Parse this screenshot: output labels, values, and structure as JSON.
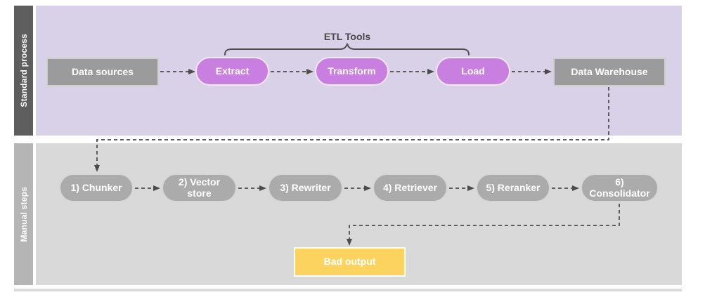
{
  "lanes": {
    "standard": {
      "label": "Standard process"
    },
    "manual": {
      "label": "Manual steps"
    }
  },
  "bracket": {
    "label": "ETL Tools"
  },
  "nodes": {
    "data_sources": {
      "label": "Data sources"
    },
    "extract": {
      "label": "Extract"
    },
    "transform": {
      "label": "Transform"
    },
    "load": {
      "label": "Load"
    },
    "data_warehouse": {
      "label": "Data Warehouse"
    },
    "chunker": {
      "label": "1) Chunker"
    },
    "vector_store": {
      "label": "2) Vector store"
    },
    "rewriter": {
      "label": "3) Rewriter"
    },
    "retriever": {
      "label": "4) Retriever"
    },
    "reranker": {
      "label": "5) Reranker"
    },
    "consolidator": {
      "label": "6) Consolidator"
    },
    "bad_output": {
      "label": "Bad output"
    }
  },
  "colors": {
    "lane_standard_bg": "#d8d1e8",
    "lane_manual_bg": "#d9d9d9",
    "sidebar_standard_bg": "#5e5e5e",
    "sidebar_manual_bg": "#b5b5b5",
    "etl_pill": "#c97fdf",
    "gray_box": "#9b9b9b",
    "gray_pill": "#ababab",
    "warning_box": "#fcd35f",
    "connector": "#5c5c5c",
    "bracket": "#4f4f4f"
  }
}
